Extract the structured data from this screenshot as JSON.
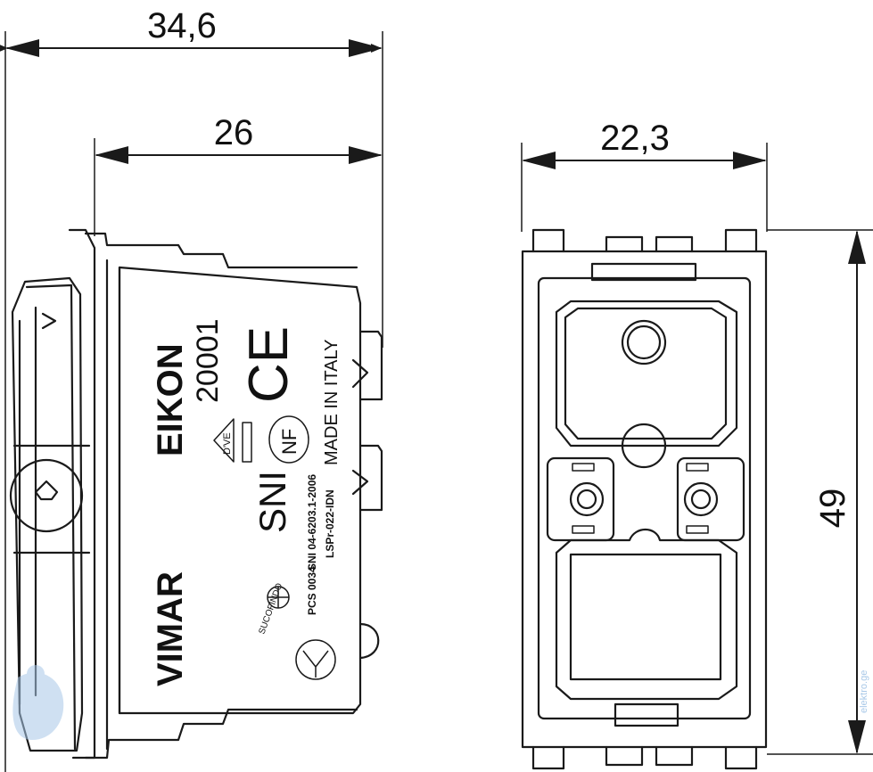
{
  "dimensions": {
    "overall_depth": "34,6",
    "body_depth": "26",
    "width": "22,3",
    "height": "49"
  },
  "side_view_markings": {
    "brand": "VIMAR",
    "series": "EIKON",
    "article": "20001",
    "ce_mark": "CE",
    "origin": "MADE IN ITALY",
    "standard": "SNI 04-6203.1-2006",
    "sni_code": "LSPr-022-IDN",
    "pcs": "PCS 0034",
    "sucofindo": "SUCOFINDO",
    "sni_logo": "SNI",
    "nf_logo": "NF",
    "dve_logo": "D'VE"
  },
  "watermark": "elektro.ge",
  "colors": {
    "line": "#1a1a1a",
    "background": "#ffffff",
    "watermark": "#a8c8e8"
  }
}
